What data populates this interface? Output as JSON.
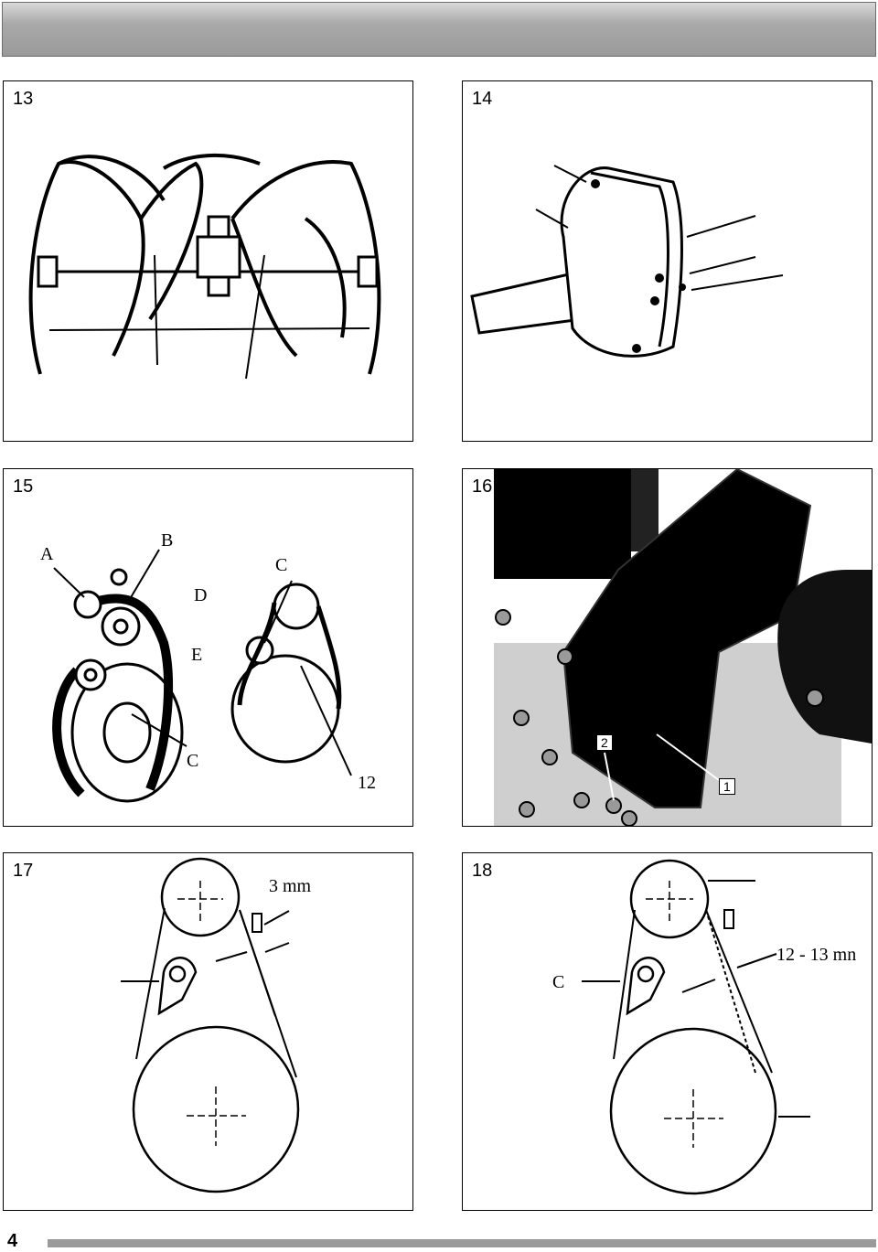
{
  "page": {
    "number": "4"
  },
  "figures": [
    {
      "number": "13"
    },
    {
      "number": "14"
    },
    {
      "number": "15",
      "labels": {
        "a": "A",
        "b": "B",
        "c_top": "C",
        "d": "D",
        "e": "E",
        "c_bottom": "C",
        "twelve": "12"
      }
    },
    {
      "number": "16",
      "labels": {
        "one": "1",
        "two": "2"
      }
    },
    {
      "number": "17",
      "labels": {
        "gap": "3 mm"
      }
    },
    {
      "number": "18",
      "labels": {
        "c": "C",
        "range": "12 - 13 mn"
      }
    }
  ]
}
